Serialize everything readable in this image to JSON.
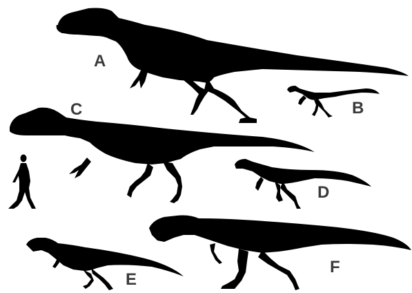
{
  "labels": {
    "a": "A",
    "b": "B",
    "c": "C",
    "d": "D",
    "e": "E",
    "f": "F"
  },
  "colors": {
    "silhouette": "#000000",
    "label": "#3a3a3a",
    "background": "#ffffff"
  }
}
